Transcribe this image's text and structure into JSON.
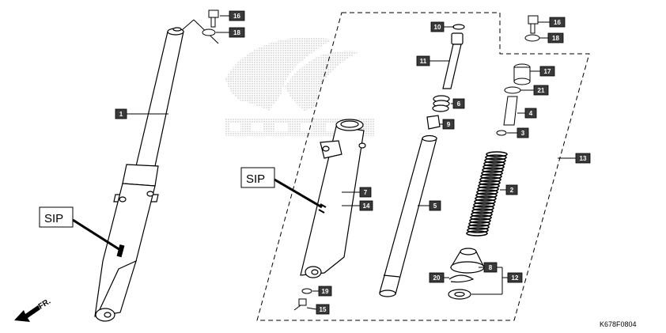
{
  "callouts": {
    "c1": "1",
    "c2": "2",
    "c3": "3",
    "c4": "4",
    "c5": "5",
    "c6": "6",
    "c7": "7",
    "c8": "8",
    "c9": "9",
    "c10": "10",
    "c11": "11",
    "c12": "12",
    "c13": "13",
    "c14": "14",
    "c15": "15",
    "c16a": "16",
    "c16b": "16",
    "c17": "17",
    "c18a": "18",
    "c18b": "18",
    "c19": "19",
    "c20": "20",
    "c21": "21"
  },
  "sip_labels": {
    "left": "SIP",
    "center": "SIP"
  },
  "direction_label": "FR.",
  "drawing_code": "K678F0804",
  "colors": {
    "callout_bg": "#3a3a3a",
    "line": "#000000",
    "watermark": "#bdbdbd"
  }
}
